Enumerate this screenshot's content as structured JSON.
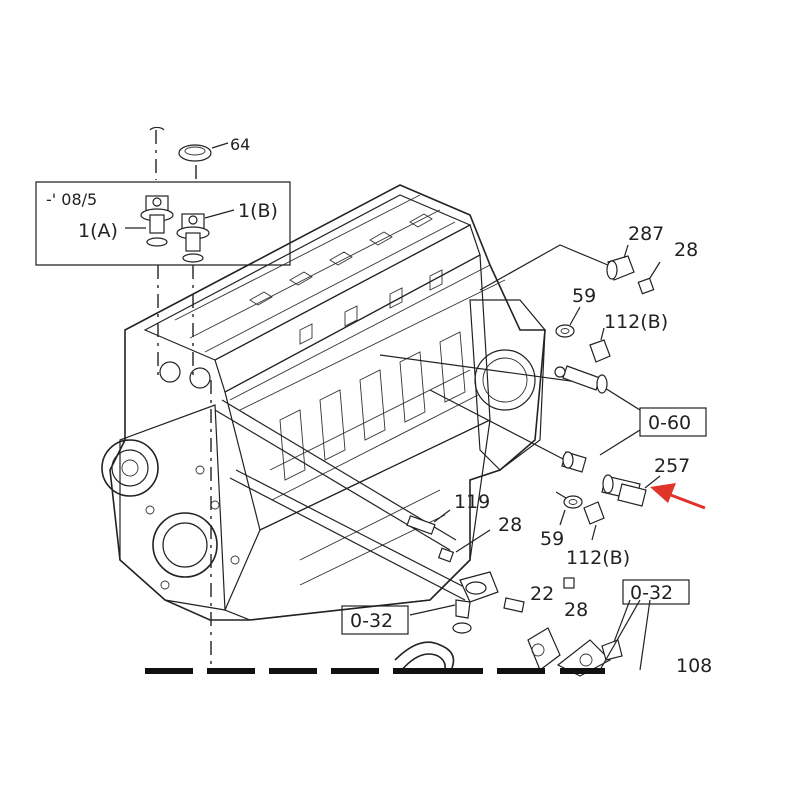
{
  "callouts": {
    "c64": "64",
    "c_date": "-' 08/5",
    "c1a": "1(A)",
    "c1b": "1(B)",
    "c287": "287",
    "c28_top": "28",
    "c59_top": "59",
    "c112b_top": "112(B)",
    "c0_60": "0-60",
    "c257": "257",
    "c119": "119",
    "c28_mid": "28",
    "c59_bot": "59",
    "c112b_bot": "112(B)",
    "c0_32_left": "0-32",
    "c22": "22",
    "c28_low": "28",
    "c0_32_right": "0-32",
    "c108": "108"
  },
  "colors": {
    "line": "#222222",
    "arrow": "#e0342a",
    "background": "#ffffff"
  }
}
